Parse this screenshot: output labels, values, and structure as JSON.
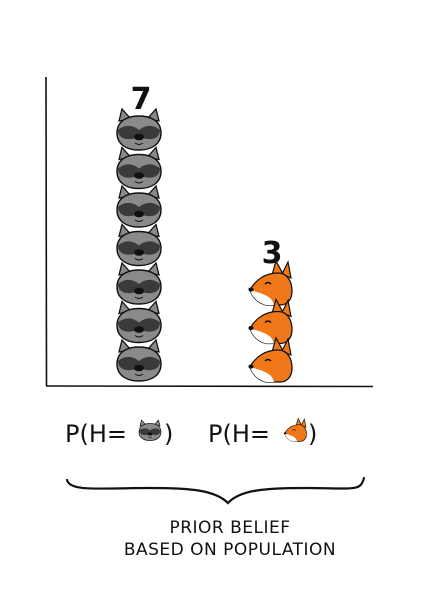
{
  "chart_data": {
    "type": "bar",
    "categories": [
      "raccoon",
      "fox"
    ],
    "values": [
      7,
      3
    ],
    "value_labels": [
      "7",
      "3"
    ],
    "grid": false
  },
  "labels": {
    "p_open": "P(H=",
    "p_close": ")"
  },
  "caption": {
    "line1": "PRIOR BELIEF",
    "line2": "BASED ON POPULATION"
  },
  "icons": {
    "category_icons": [
      "raccoon-icon",
      "fox-icon"
    ]
  },
  "colors": {
    "raccoon_body": "#8a8a8a",
    "raccoon_mask": "#3a3a3a",
    "fox_orange": "#f07818",
    "fox_white": "#ffffff",
    "ink": "#111111"
  }
}
